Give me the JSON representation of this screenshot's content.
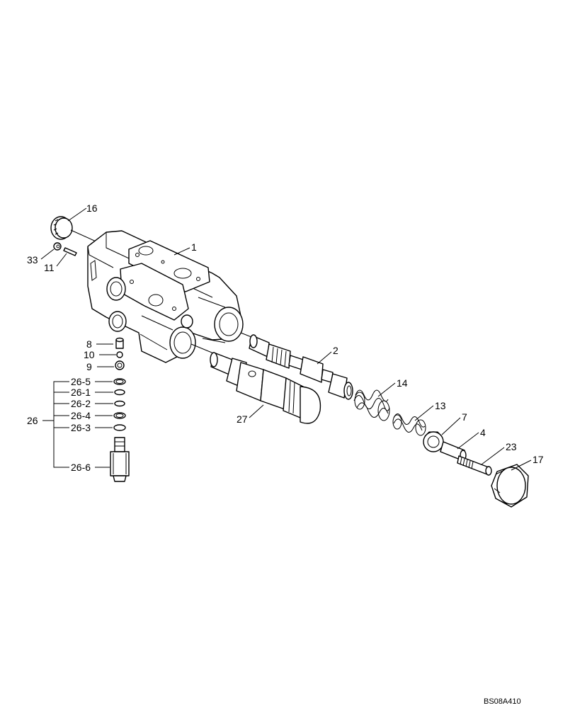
{
  "callouts": {
    "c1": "1",
    "c2": "2",
    "c4": "4",
    "c7": "7",
    "c8": "8",
    "c9": "9",
    "c10": "10",
    "c11": "11",
    "c13": "13",
    "c14": "14",
    "c16": "16",
    "c17": "17",
    "c23": "23",
    "c26": "26",
    "c26_1": "26-1",
    "c26_2": "26-2",
    "c26_3": "26-3",
    "c26_4": "26-4",
    "c26_5": "26-5",
    "c26_6": "26-6",
    "c27": "27",
    "c33": "33"
  },
  "drawing_code": "BS08A410"
}
